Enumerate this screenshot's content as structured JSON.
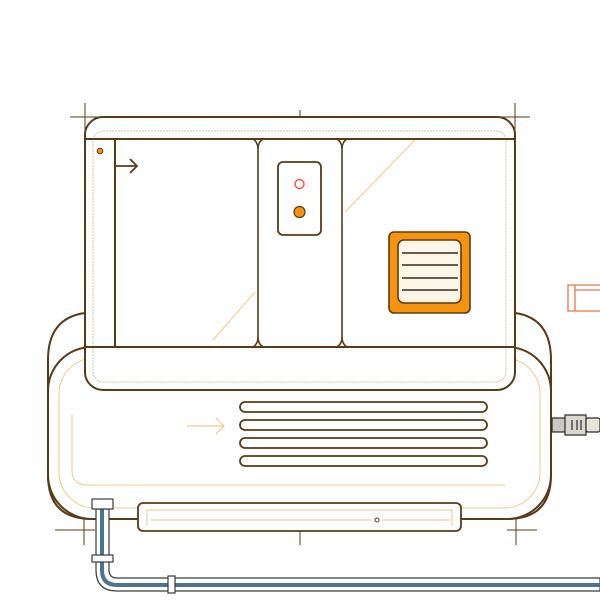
{
  "illustration": {
    "subject": "appliance-unit-line-drawing",
    "colors": {
      "outline": "#5a3a17",
      "guide": "#f0c98a",
      "accent_orange": "#f7930e",
      "indicator_red": "#e8574a",
      "panel_fill": "#fdf5e8",
      "pipe_blue": "#4a7393",
      "side_tab": "#e07a4a"
    },
    "vent_slot_count": 4,
    "grille_line_count": 4
  }
}
